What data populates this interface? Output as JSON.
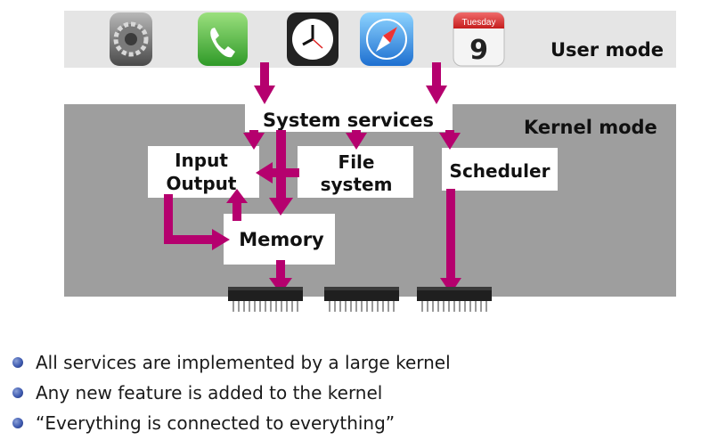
{
  "diagram": {
    "user_mode_label": "User mode",
    "kernel_mode_label": "Kernel mode",
    "calendar_day": "Tuesday",
    "calendar_date": "9",
    "boxes": {
      "system_services": "System services",
      "input_output_line1": "Input",
      "input_output_line2": "Output",
      "file_system_line1": "File",
      "file_system_line2": "system",
      "scheduler": "Scheduler",
      "memory": "Memory"
    },
    "icons": [
      "settings-icon",
      "phone-icon",
      "clock-icon",
      "safari-icon",
      "calendar-icon",
      "chip-icon"
    ],
    "colors": {
      "arrow": "#b5006e",
      "user_band": "#e5e5e5",
      "kernel_band": "#9e9e9e",
      "box": "#ffffff"
    }
  },
  "bullets": [
    "All services are implemented by a large kernel",
    "Any new feature is added to the kernel",
    "“Everything is connected to everything”"
  ]
}
